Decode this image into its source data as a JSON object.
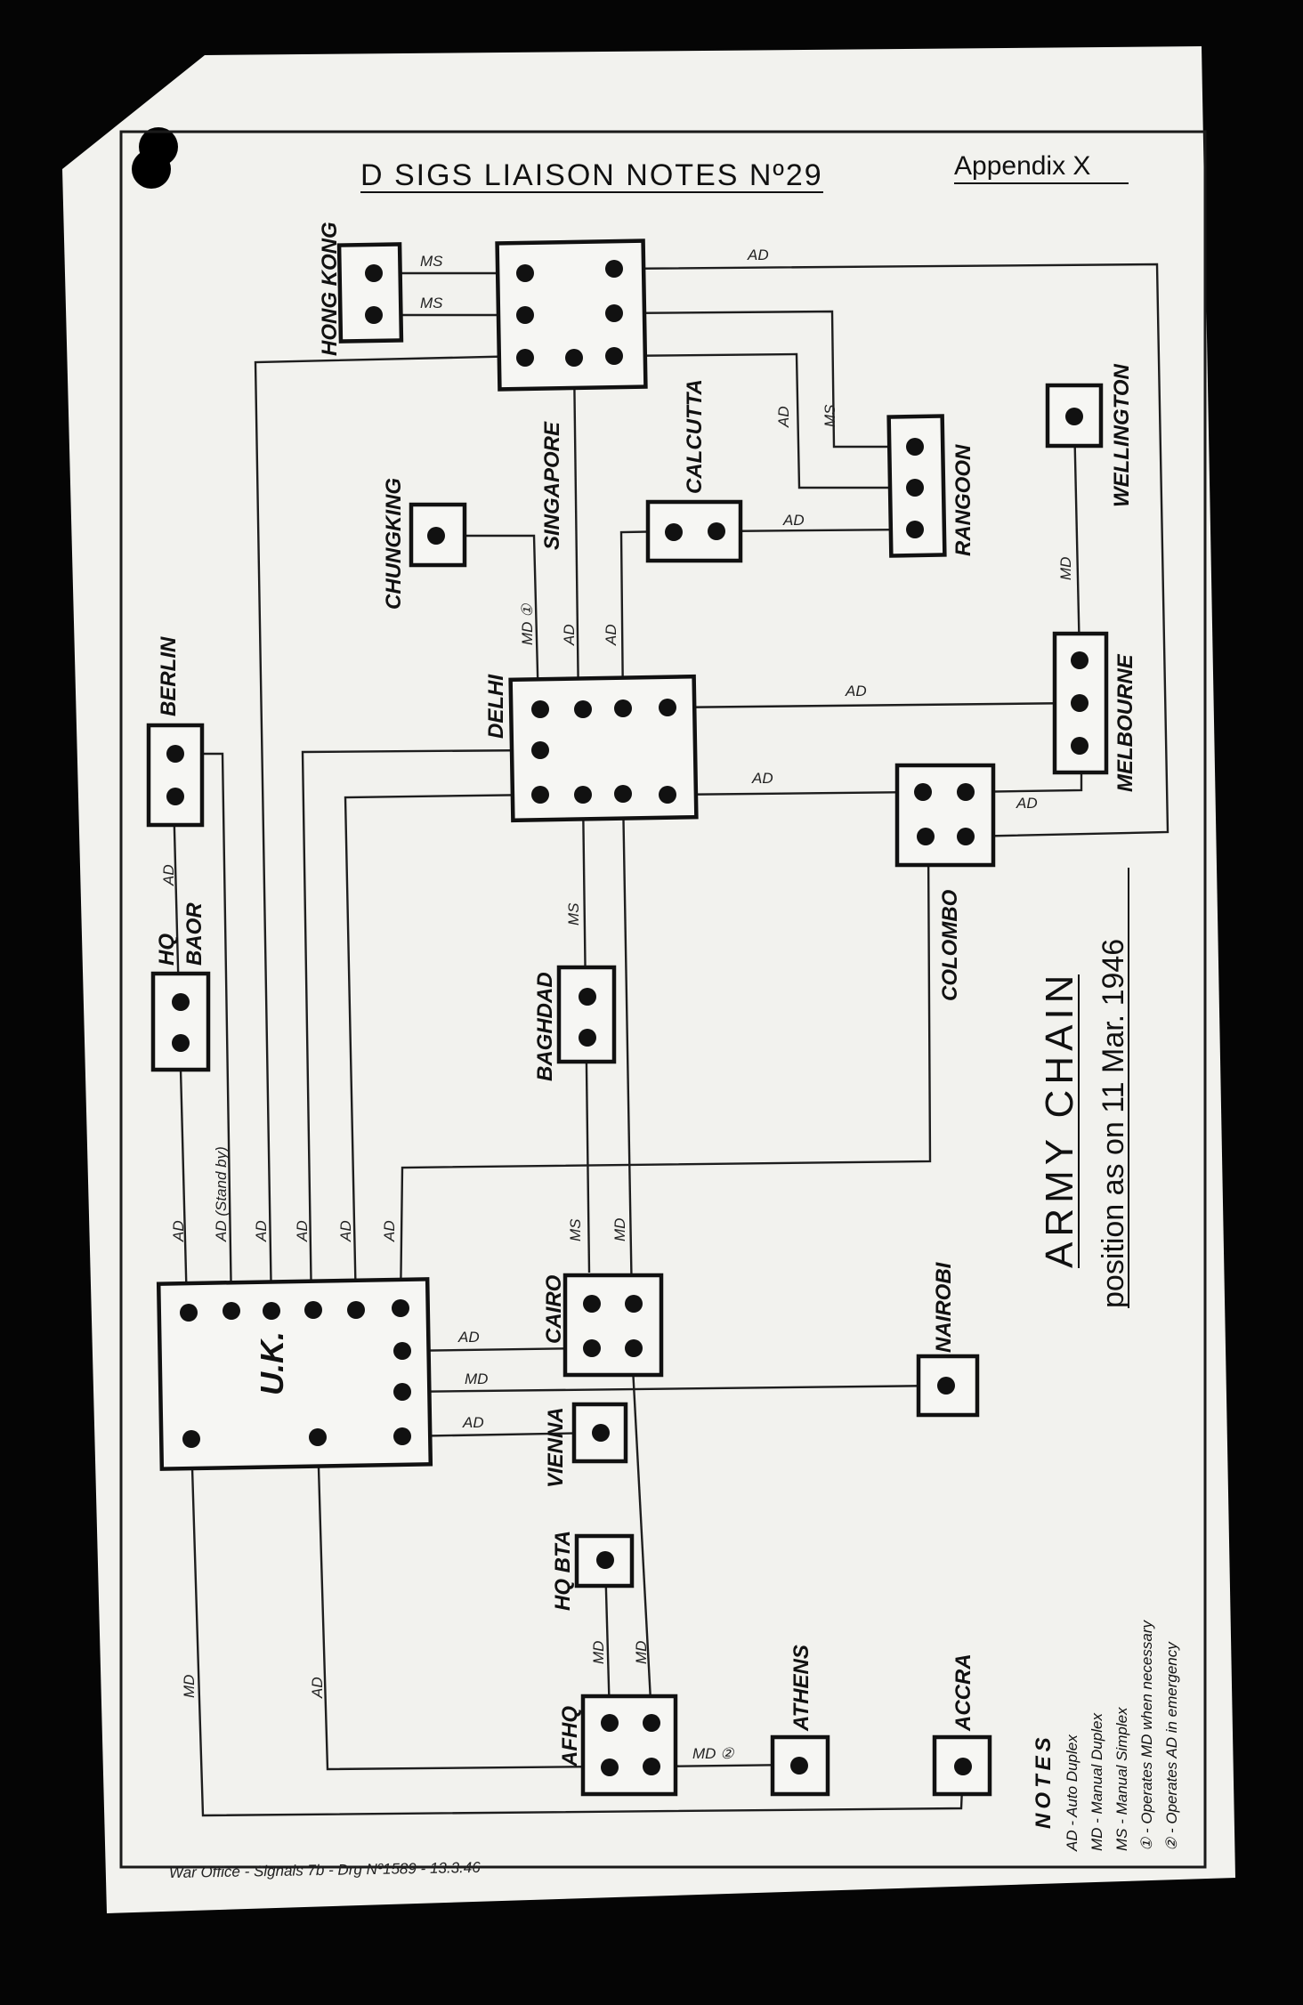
{
  "header": {
    "title": "D SIGS LIAISON NOTES Nº29",
    "appendix": "Appendix X"
  },
  "diagram": {
    "title": "ARMY CHAIN",
    "subtitle": "position as on 11 Mar. 1946",
    "footer": "War Office - Signals 7b - Drg Nº1589 - 13.3.46",
    "stations": {
      "hong_kong": "HONG KONG",
      "singapore": "SINGAPORE",
      "chungking": "CHUNGKING",
      "calcutta": "CALCUTTA",
      "rangoon": "RANGOON",
      "wellington": "WELLINGTON",
      "melbourne": "MELBOURNE",
      "delhi": "DELHI",
      "colombo": "COLOMBO",
      "berlin": "BERLIN",
      "hq_baor_1": "HQ",
      "hq_baor_2": "BAOR",
      "baghdad": "BAGHDAD",
      "uk": "U.K.",
      "cairo": "CAIRO",
      "vienna": "VIENNA",
      "nairobi": "NAIROBI",
      "hq_bta": "HQ BTA",
      "afhq": "AFHQ",
      "athens": "ATHENS",
      "accra": "ACCRA"
    },
    "link_labels": {
      "ad": "AD",
      "md": "MD",
      "ms": "MS",
      "md_circle1": "MD ①",
      "md_circle2": "MD ②",
      "ad_stand_by": "AD (Stand by)"
    },
    "notes": {
      "heading": "NOTES",
      "items": [
        "AD - Auto Duplex",
        "MD - Manual Duplex",
        "MS - Manual Simplex",
        "① - Operates MD when necessary",
        "② - Operates AD in emergency"
      ]
    }
  }
}
